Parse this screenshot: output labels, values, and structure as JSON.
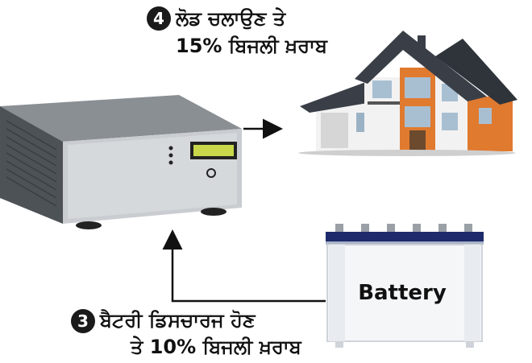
{
  "steps": [
    {
      "number": "4",
      "lines": [
        "ਲੋਡ ਚਲਾਉਣ ਤੇ",
        "15% ਬਿਜਲੀ ਖ਼ਰਾਬ"
      ]
    },
    {
      "number": "3",
      "lines": [
        "ਬੈਟਰੀ ਡਿਸਚਾਰਜ ਹੋਣ",
        "ਤੇ 10% ਬਿਜਲੀ ਖ਼ਰਾਬ"
      ]
    }
  ],
  "battery": {
    "label": "Battery"
  },
  "colors": {
    "inverter_body": "#6e7378",
    "inverter_front": "#c9ccd0",
    "lcd": "#c8d84a",
    "roof": "#3a3f47",
    "wall": "#f2f2f2",
    "accent_wall": "#e07a2f",
    "battery_body": "#f5f6f8",
    "battery_top": "#1f2a6b",
    "arrow": "#111111"
  }
}
